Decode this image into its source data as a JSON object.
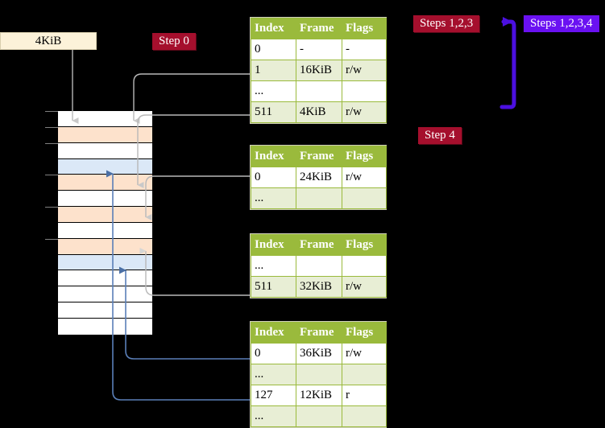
{
  "diagram": {
    "size_box": {
      "label": "4KiB"
    },
    "badges": {
      "step0": "Step 0",
      "steps123": "Steps 1,2,3",
      "steps1234": "Steps 1,2,3,4",
      "step4": "Step 4"
    },
    "colors": {
      "badge_red": "#a50f2d",
      "badge_blue": "#6a11f2",
      "table_header": "#9aba3c",
      "table_alt_row": "#e8eed5",
      "highlight": "#f5f58c",
      "memory_peach": "#fde2cc",
      "memory_blue": "#dbe8f7",
      "size_box": "#fcf2d9",
      "gray_connector": "#b0b0b0",
      "blue_connector": "#5a7fb8",
      "background": "#000000"
    },
    "memory": {
      "rows": [
        {
          "fill": "white",
          "tick": true
        },
        {
          "fill": "peach",
          "tick": true
        },
        {
          "fill": "white",
          "tick": true
        },
        {
          "fill": "blue",
          "tick": false
        },
        {
          "fill": "peach",
          "tick": true
        },
        {
          "fill": "white",
          "tick": false
        },
        {
          "fill": "peach",
          "tick": true
        },
        {
          "fill": "white",
          "tick": false
        },
        {
          "fill": "peach",
          "tick": true
        },
        {
          "fill": "blue",
          "tick": false
        },
        {
          "fill": "white",
          "tick": false
        },
        {
          "fill": "white",
          "tick": false
        },
        {
          "fill": "white",
          "tick": false
        },
        {
          "fill": "white",
          "tick": false
        }
      ]
    },
    "tables": [
      {
        "name": "page-table-level-1",
        "headers": [
          "Index",
          "Frame",
          "Flags"
        ],
        "rows": [
          {
            "cells": [
              "0",
              "-",
              "-"
            ],
            "alt": false,
            "highlight": false
          },
          {
            "cells": [
              "1",
              "16KiB",
              "r/w"
            ],
            "alt": true,
            "highlight": false
          },
          {
            "cells": [
              "...",
              "",
              ""
            ],
            "alt": false,
            "highlight": false
          },
          {
            "cells": [
              "511",
              "4KiB",
              "r/w"
            ],
            "alt": true,
            "highlight": true
          }
        ]
      },
      {
        "name": "page-table-level-2",
        "headers": [
          "Index",
          "Frame",
          "Flags"
        ],
        "rows": [
          {
            "cells": [
              "0",
              "24KiB",
              "r/w"
            ],
            "alt": false,
            "highlight": false
          },
          {
            "cells": [
              "...",
              "",
              ""
            ],
            "alt": true,
            "highlight": false
          }
        ]
      },
      {
        "name": "page-table-level-3",
        "headers": [
          "Index",
          "Frame",
          "Flags"
        ],
        "rows": [
          {
            "cells": [
              "...",
              "",
              ""
            ],
            "alt": false,
            "highlight": false
          },
          {
            "cells": [
              "511",
              "32KiB",
              "r/w"
            ],
            "alt": true,
            "highlight": false
          }
        ]
      },
      {
        "name": "page-table-level-4",
        "headers": [
          "Index",
          "Frame",
          "Flags"
        ],
        "rows": [
          {
            "cells": [
              "0",
              "36KiB",
              "r/w"
            ],
            "alt": false,
            "highlight": false
          },
          {
            "cells": [
              "...",
              "",
              ""
            ],
            "alt": true,
            "highlight": false
          },
          {
            "cells": [
              "127",
              "12KiB",
              "r"
            ],
            "alt": false,
            "highlight": false
          },
          {
            "cells": [
              "...",
              "",
              ""
            ],
            "alt": true,
            "highlight": false
          }
        ]
      }
    ]
  }
}
